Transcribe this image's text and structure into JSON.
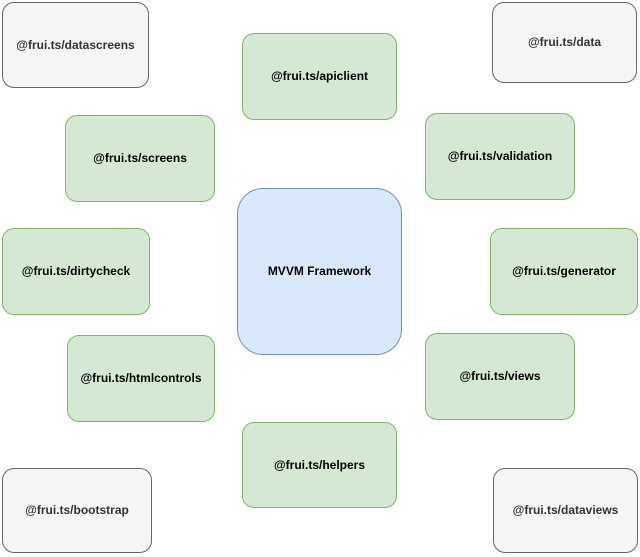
{
  "diagram": {
    "description": "frui.ts MVVM Framework package diagram",
    "center_node": {
      "label": "MVVM Framework",
      "variant": "blue"
    },
    "nodes": [
      {
        "label": "@frui.ts/datascreens",
        "variant": "gray"
      },
      {
        "label": "@frui.ts/apiclient",
        "variant": "green"
      },
      {
        "label": "@frui.ts/data",
        "variant": "gray"
      },
      {
        "label": "@frui.ts/screens",
        "variant": "green"
      },
      {
        "label": "@frui.ts/validation",
        "variant": "green"
      },
      {
        "label": "@frui.ts/dirtycheck",
        "variant": "green"
      },
      {
        "label": "MVVM Framework",
        "variant": "blue"
      },
      {
        "label": "@frui.ts/generator",
        "variant": "green"
      },
      {
        "label": "@frui.ts/htmlcontrols",
        "variant": "green"
      },
      {
        "label": "@frui.ts/views",
        "variant": "green"
      },
      {
        "label": "@frui.ts/helpers",
        "variant": "green"
      },
      {
        "label": "@frui.ts/bootstrap",
        "variant": "gray"
      },
      {
        "label": "@frui.ts/dataviews",
        "variant": "gray"
      }
    ],
    "colors": {
      "background": "#ffffff",
      "green_fill": "#d5e8d4",
      "green_border": "#82b366",
      "blue_fill": "#dae8fc",
      "blue_border": "#6c8ebf",
      "gray_fill": "#f5f5f5",
      "gray_border": "#666666",
      "gray_text": "#333333",
      "text": "#000000"
    }
  }
}
